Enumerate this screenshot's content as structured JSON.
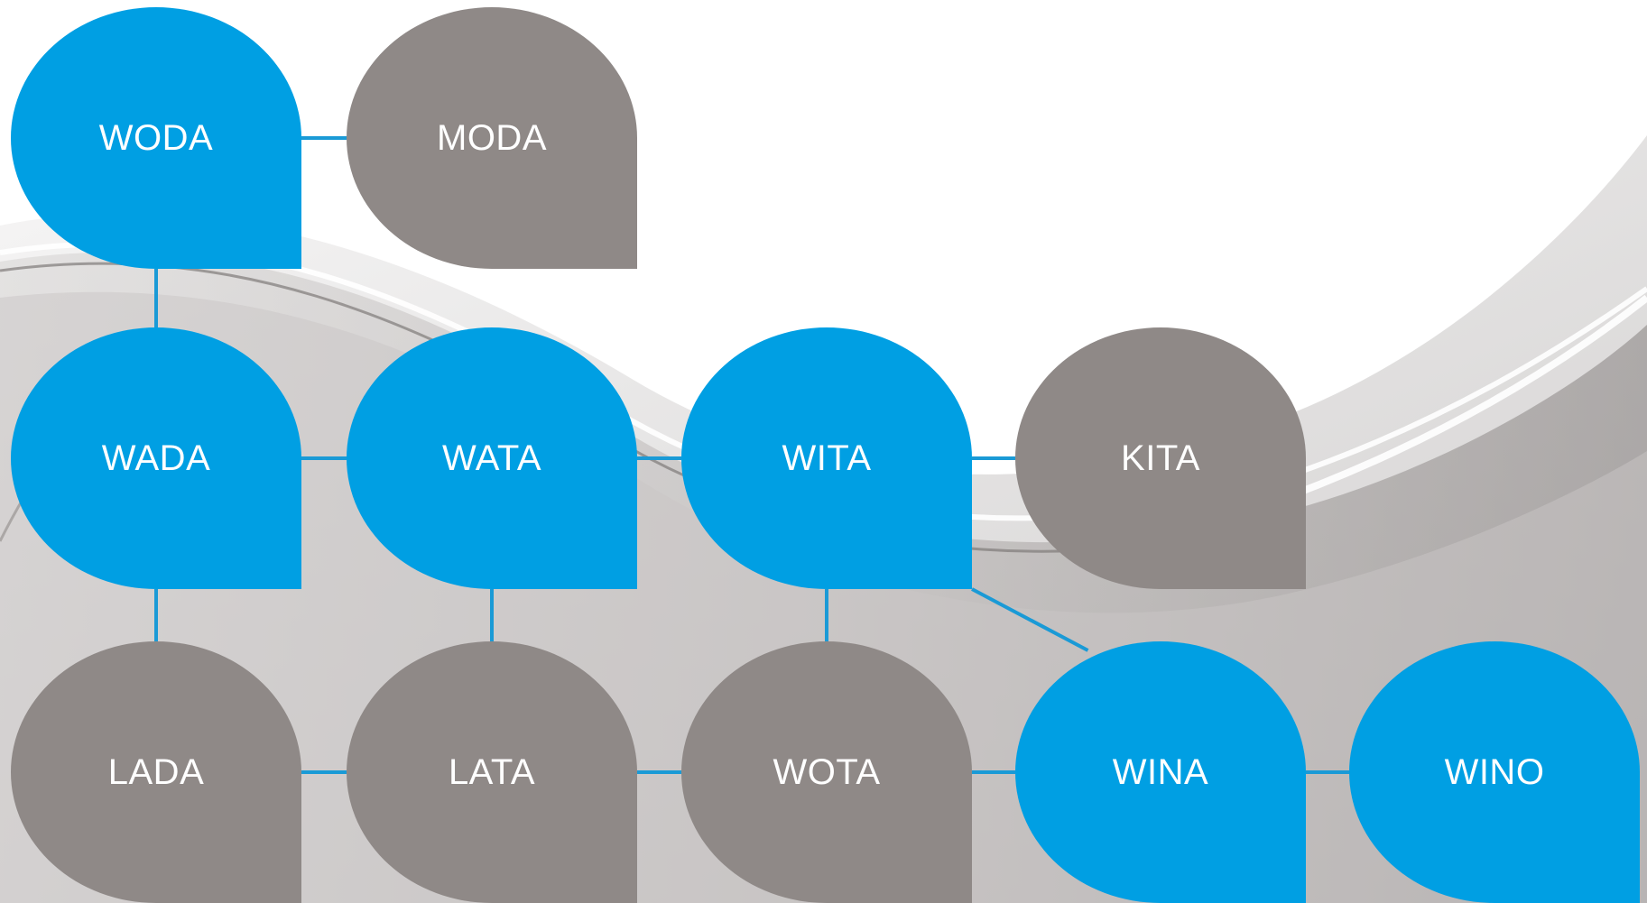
{
  "colors": {
    "accent": "#009fe3",
    "neutral": "#8f8987",
    "connector": "#1a9ad6"
  },
  "nodes": [
    {
      "id": "woda",
      "label": "WODA",
      "color": "accent"
    },
    {
      "id": "moda",
      "label": "MODA",
      "color": "neutral"
    },
    {
      "id": "wada",
      "label": "WADA",
      "color": "accent"
    },
    {
      "id": "wata",
      "label": "WATA",
      "color": "accent"
    },
    {
      "id": "wita",
      "label": "WITA",
      "color": "accent"
    },
    {
      "id": "kita",
      "label": "KITA",
      "color": "neutral"
    },
    {
      "id": "lada",
      "label": "LADA",
      "color": "neutral"
    },
    {
      "id": "lata",
      "label": "LATA",
      "color": "neutral"
    },
    {
      "id": "wota",
      "label": "WOTA",
      "color": "neutral"
    },
    {
      "id": "wina",
      "label": "WINA",
      "color": "accent"
    },
    {
      "id": "wino",
      "label": "WINO",
      "color": "accent"
    }
  ],
  "edges": [
    {
      "from": "woda",
      "to": "moda"
    },
    {
      "from": "woda",
      "to": "wada"
    },
    {
      "from": "wada",
      "to": "wata"
    },
    {
      "from": "wata",
      "to": "wita"
    },
    {
      "from": "wita",
      "to": "kita"
    },
    {
      "from": "wada",
      "to": "lada"
    },
    {
      "from": "wata",
      "to": "lata"
    },
    {
      "from": "wita",
      "to": "wota"
    },
    {
      "from": "wita",
      "to": "wina"
    },
    {
      "from": "lada",
      "to": "lata"
    },
    {
      "from": "lata",
      "to": "wota"
    },
    {
      "from": "wota",
      "to": "wina"
    },
    {
      "from": "wina",
      "to": "wino"
    }
  ]
}
